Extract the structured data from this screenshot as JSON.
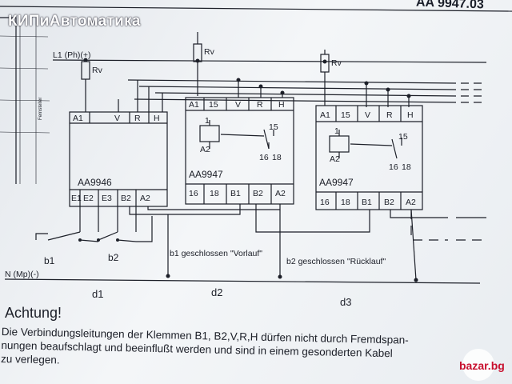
{
  "watermark": "КИПиАвтоматика",
  "document_number": "AA 9947.03",
  "lines": {
    "L1": "L1 (Ph)(+)",
    "N": "N (Mp)(-)",
    "Rv": "Rv"
  },
  "modules": [
    {
      "id": "AA9946",
      "top_terminals": [
        "A1",
        "V",
        "R",
        "H"
      ],
      "bottom_terminals": [
        "E1",
        "E2",
        "E3",
        "B2",
        "A2"
      ],
      "section": "d1"
    },
    {
      "id": "AA9947",
      "top_terminals": [
        "A1",
        "15",
        "V",
        "R",
        "H"
      ],
      "bottom_terminals": [
        "16",
        "18",
        "B1",
        "B2",
        "A2"
      ],
      "relay": {
        "coil_top": "1",
        "coil_a2": "A2",
        "contact_15": "15",
        "contact_16": "16",
        "contact_18": "18"
      },
      "section": "d2"
    },
    {
      "id": "AA9947",
      "top_terminals": [
        "A1",
        "15",
        "V",
        "R",
        "H"
      ],
      "bottom_terminals": [
        "16",
        "18",
        "B1",
        "B2",
        "A2"
      ],
      "relay": {
        "coil_top": "1",
        "coil_a2": "A2",
        "contact_15": "15",
        "contact_16": "16",
        "contact_18": "18"
      },
      "section": "d3"
    }
  ],
  "switches": [
    "b1",
    "b2"
  ],
  "notes": {
    "b1": "b1 geschlossen \"Vorlauf\"",
    "b2": "b2 geschlossen \"Rücklauf\""
  },
  "side_label": "Fernsteller",
  "warning": {
    "title": "Achtung!",
    "lines": [
      "Die Verbindungsleitungen der Klemmen B1, B2,V,R,H dürfen nicht durch Fremdspan-",
      "nungen beaufschlagt und beeinflußt werden und sind in einem gesonderten Kabel",
      "zu verlegen."
    ]
  },
  "logo": "bazar.bg"
}
